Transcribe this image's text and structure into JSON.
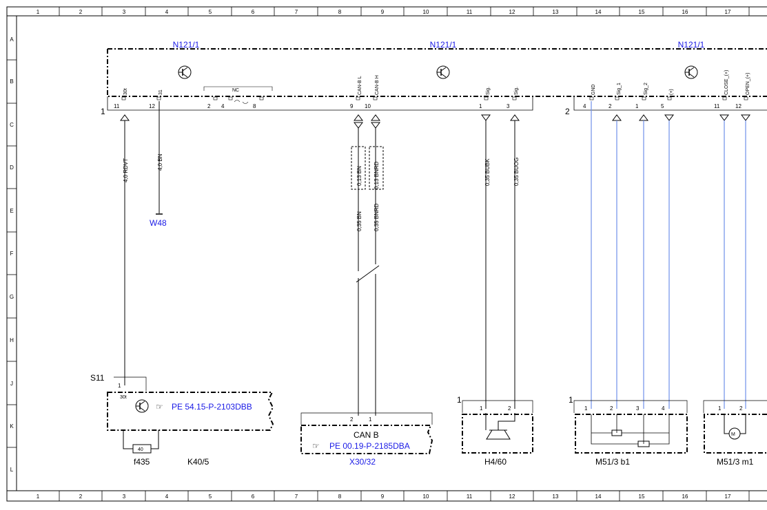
{
  "grid": {
    "columns": [
      "1",
      "2",
      "3",
      "4",
      "5",
      "6",
      "7",
      "8",
      "9",
      "10",
      "11",
      "12",
      "13",
      "14",
      "15",
      "16",
      "17"
    ],
    "rows": [
      "A",
      "B",
      "C",
      "D",
      "E",
      "F",
      "G",
      "H",
      "J",
      "K",
      "L"
    ]
  },
  "modules": {
    "left": "N121/1",
    "center": "N121/1",
    "right": "N121/1"
  },
  "connector_ids": {
    "c1": "1",
    "c2": "2"
  },
  "pins": [
    {
      "num": "11",
      "sig": "30t"
    },
    {
      "num": "12",
      "sig": "31"
    },
    {
      "num": "2",
      "sig": ""
    },
    {
      "num": "4",
      "sig": ""
    },
    {
      "num": "8",
      "sig": ""
    },
    {
      "num": "9",
      "sig": "CAN-B L"
    },
    {
      "num": "10",
      "sig": "CAN-B H"
    },
    {
      "num": "1",
      "sig": "Sig."
    },
    {
      "num": "3",
      "sig": "Sig."
    },
    {
      "num": "4",
      "sig": "GND"
    },
    {
      "num": "2",
      "sig": "Sig_1"
    },
    {
      "num": "1",
      "sig": "Sig_2"
    },
    {
      "num": "5",
      "sig": "(+)"
    },
    {
      "num": "11",
      "sig": "CLOSE_(+)"
    },
    {
      "num": "12",
      "sig": "OPEN_(+)"
    }
  ],
  "nc_label": "NC",
  "wires": {
    "rdvt": "4,0 RDVT",
    "bn": "4,0 BN",
    "bn035": "0,35 BN",
    "bnrd035": "0,35 BNRD",
    "bn013": "0,13 BN",
    "bnrd013": "0,13 BNRD",
    "bubk": "0,35 BUBK",
    "buog": "0,35 BUOG"
  },
  "ground": "W48",
  "s11": {
    "label": "S11",
    "pin_num": "1",
    "pin_sig": "30t",
    "ref": "PE 54.15-P-2103DBB",
    "fuse_value": "40",
    "fuse_label": "f435",
    "module_label": "K40/5"
  },
  "x30": {
    "pin2": "2",
    "pin1": "1",
    "title": "CAN B",
    "ref": "PE 00.19-P-2185DBA",
    "label": "X30/32"
  },
  "h4": {
    "conn": "1",
    "pin1": "1",
    "pin2": "2",
    "label": "H4/60"
  },
  "m51b1": {
    "conn": "1",
    "pins": [
      "1",
      "2",
      "3",
      "4"
    ],
    "label": "M51/3  b1"
  },
  "m51m1": {
    "pins": [
      "1",
      "2"
    ],
    "label": "M51/3  m1"
  }
}
